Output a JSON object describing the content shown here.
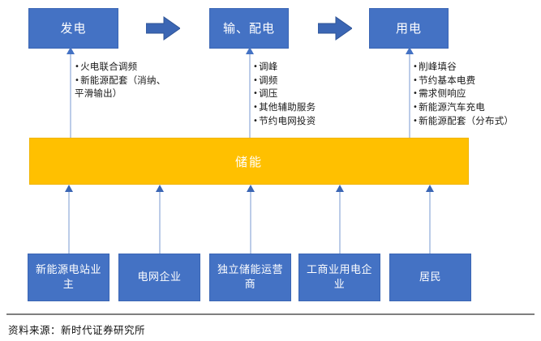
{
  "figure": {
    "title_text": "",
    "source_note": "资料来源：新时代证券研究所",
    "colors": {
      "box_blue": "#4472c4",
      "arrow_blue": "#3b66b4",
      "center_bar_amber": "#ffc000",
      "connector_blue": "#8ea9d8",
      "rule_gray": "#7f7f7f"
    }
  },
  "top_chain": {
    "boxes": [
      {
        "label": "发电"
      },
      {
        "label": "输、配电"
      },
      {
        "label": "用电"
      }
    ],
    "arrows": [
      {
        "name": "arrow-generation-to-transmission",
        "direction": "right"
      },
      {
        "name": "arrow-transmission-to-consumption",
        "direction": "right"
      }
    ]
  },
  "benefit_lists": [
    {
      "name": "generation-benefits",
      "items": [
        "火电联合调频",
        "新能源配套（消纳、",
        "平滑输出）"
      ]
    },
    {
      "name": "grid-benefits",
      "items": [
        "调峰",
        "调频",
        "调压",
        "其他辅助服务",
        "节约电网投资"
      ]
    },
    {
      "name": "consumption-benefits",
      "items": [
        "削峰填谷",
        "节约基本电费",
        "需求侧响应",
        "新能源汽车充电",
        "新能源配套（分布式）"
      ]
    }
  ],
  "center": {
    "label": "储能"
  },
  "participants": {
    "boxes": [
      {
        "label": "新能源电站业主"
      },
      {
        "label": "电网企业"
      },
      {
        "label": "独立储能运营商"
      },
      {
        "label": "工商业用电企业"
      },
      {
        "label": "居民"
      }
    ]
  }
}
